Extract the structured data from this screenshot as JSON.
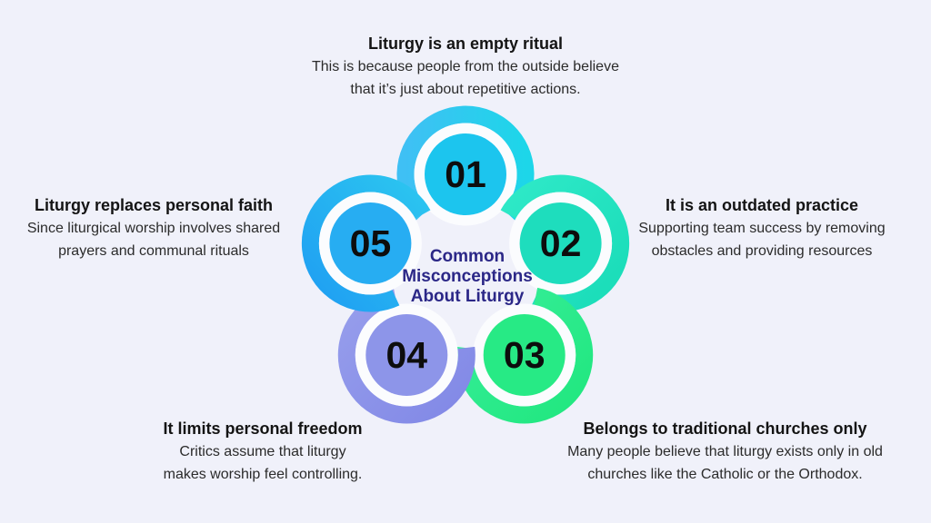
{
  "page": {
    "background": "#f0f1fa"
  },
  "center": {
    "title_lines": [
      "Common",
      "Misconceptions",
      "About Liturgy"
    ],
    "title_color": "#2b2787"
  },
  "petals": [
    {
      "number": "01",
      "ring_start": "#3fc0f4",
      "ring_end": "#1dd6e9",
      "fill": "#1cc5ee"
    },
    {
      "number": "02",
      "ring_start": "#2fe9c8",
      "ring_end": "#19dcb8",
      "fill": "#1eddbd"
    },
    {
      "number": "03",
      "ring_start": "#38ee9b",
      "ring_end": "#20e77e",
      "fill": "#27ea85"
    },
    {
      "number": "04",
      "ring_start": "#979eec",
      "ring_end": "#8188e6",
      "fill": "#8d95e9"
    },
    {
      "number": "05",
      "ring_start": "#1f9ef2",
      "ring_end": "#2cc6f0",
      "fill": "#27adf2"
    }
  ],
  "callouts": [
    {
      "position": "top",
      "heading": "Liturgy is an empty ritual",
      "body_lines": [
        "This is because people from the outside believe",
        "that it’s just about repetitive actions."
      ]
    },
    {
      "position": "right",
      "heading": "It is an outdated practice",
      "body_lines": [
        "Supporting team success by removing",
        "obstacles and providing resources"
      ]
    },
    {
      "position": "bottom-right",
      "heading": "Belongs to traditional churches only",
      "body_lines": [
        "Many people believe that liturgy exists only in old",
        "churches like the Catholic or the Orthodox."
      ]
    },
    {
      "position": "bottom-left",
      "heading": "It limits personal freedom",
      "body_lines": [
        "Critics assume that liturgy",
        "makes worship feel controlling."
      ]
    },
    {
      "position": "left",
      "heading": "Liturgy replaces personal faith",
      "body_lines": [
        "Since liturgical worship involves shared",
        "prayers and communal rituals"
      ]
    }
  ]
}
